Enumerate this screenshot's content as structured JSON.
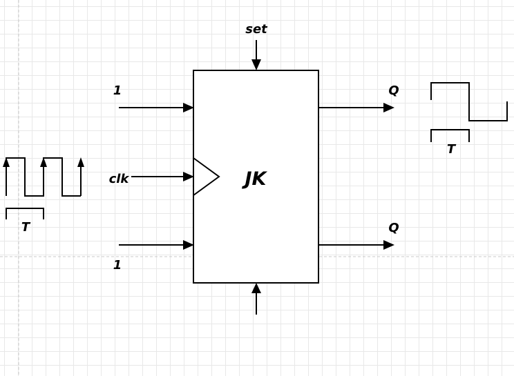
{
  "block": {
    "name": "JK",
    "set_label": "set"
  },
  "inputs": {
    "j_value": "1",
    "clk_label": "clk",
    "k_value": "1"
  },
  "outputs": {
    "q_label": "Q",
    "q_bar_label": "Q"
  },
  "waveforms": {
    "clock_period_label": "T",
    "output_period_label": "T"
  }
}
